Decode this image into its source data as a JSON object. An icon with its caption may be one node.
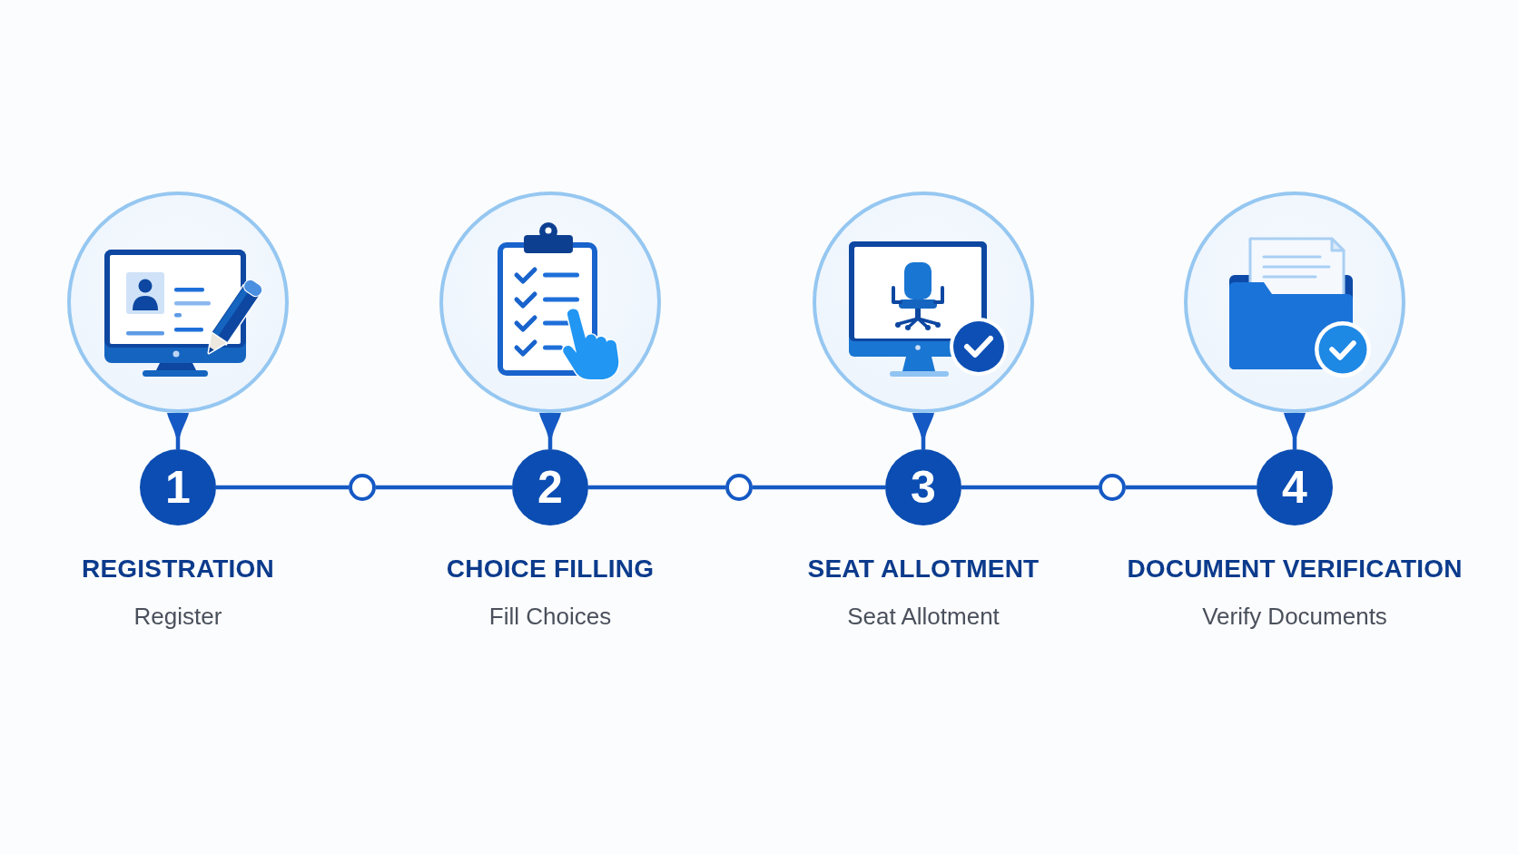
{
  "diagram": {
    "nodes": [
      {
        "text": [],
        "shape": "picture"
      },
      {
        "text": [
          "1"
        ],
        "beside": [
          "REGISTRATION",
          "Register"
        ]
      },
      {
        "text": [],
        "shape": "circle"
      },
      {
        "text": [],
        "shape": "picture"
      },
      {
        "text": [
          "2"
        ],
        "beside": [
          "CHOICE FILLING",
          "Fill Choices"
        ]
      },
      {
        "text": [],
        "shape": "circle"
      },
      {
        "text": [],
        "shape": "picture"
      },
      {
        "text": [
          "3"
        ],
        "beside": [
          "SEAT ALLOTMENT",
          "Seat Allotment"
        ]
      },
      {
        "text": [],
        "shape": "circle"
      },
      {
        "text": [],
        "shape": "picture"
      },
      {
        "text": [
          "4"
        ],
        "beside": [
          "DOCUMENT VERIFICATION",
          "Verify Documents"
        ]
      }
    ],
    "edges": [
      {
        "from": 0,
        "to": 1,
        "arrow": "none"
      },
      {
        "from": 1,
        "to": 2,
        "arrow": "none"
      },
      {
        "from": 2,
        "to": 4,
        "arrow": "none"
      },
      {
        "from": 3,
        "to": 4,
        "arrow": "none"
      },
      {
        "from": 4,
        "to": 5,
        "arrow": "none"
      },
      {
        "from": 5,
        "to": 7,
        "arrow": "none"
      },
      {
        "from": 6,
        "to": 7,
        "arrow": "none"
      },
      {
        "from": 7,
        "to": 8,
        "arrow": "none"
      },
      {
        "from": 8,
        "to": 10,
        "arrow": "none"
      },
      {
        "from": 9,
        "to": 10,
        "arrow": "none"
      }
    ]
  }
}
